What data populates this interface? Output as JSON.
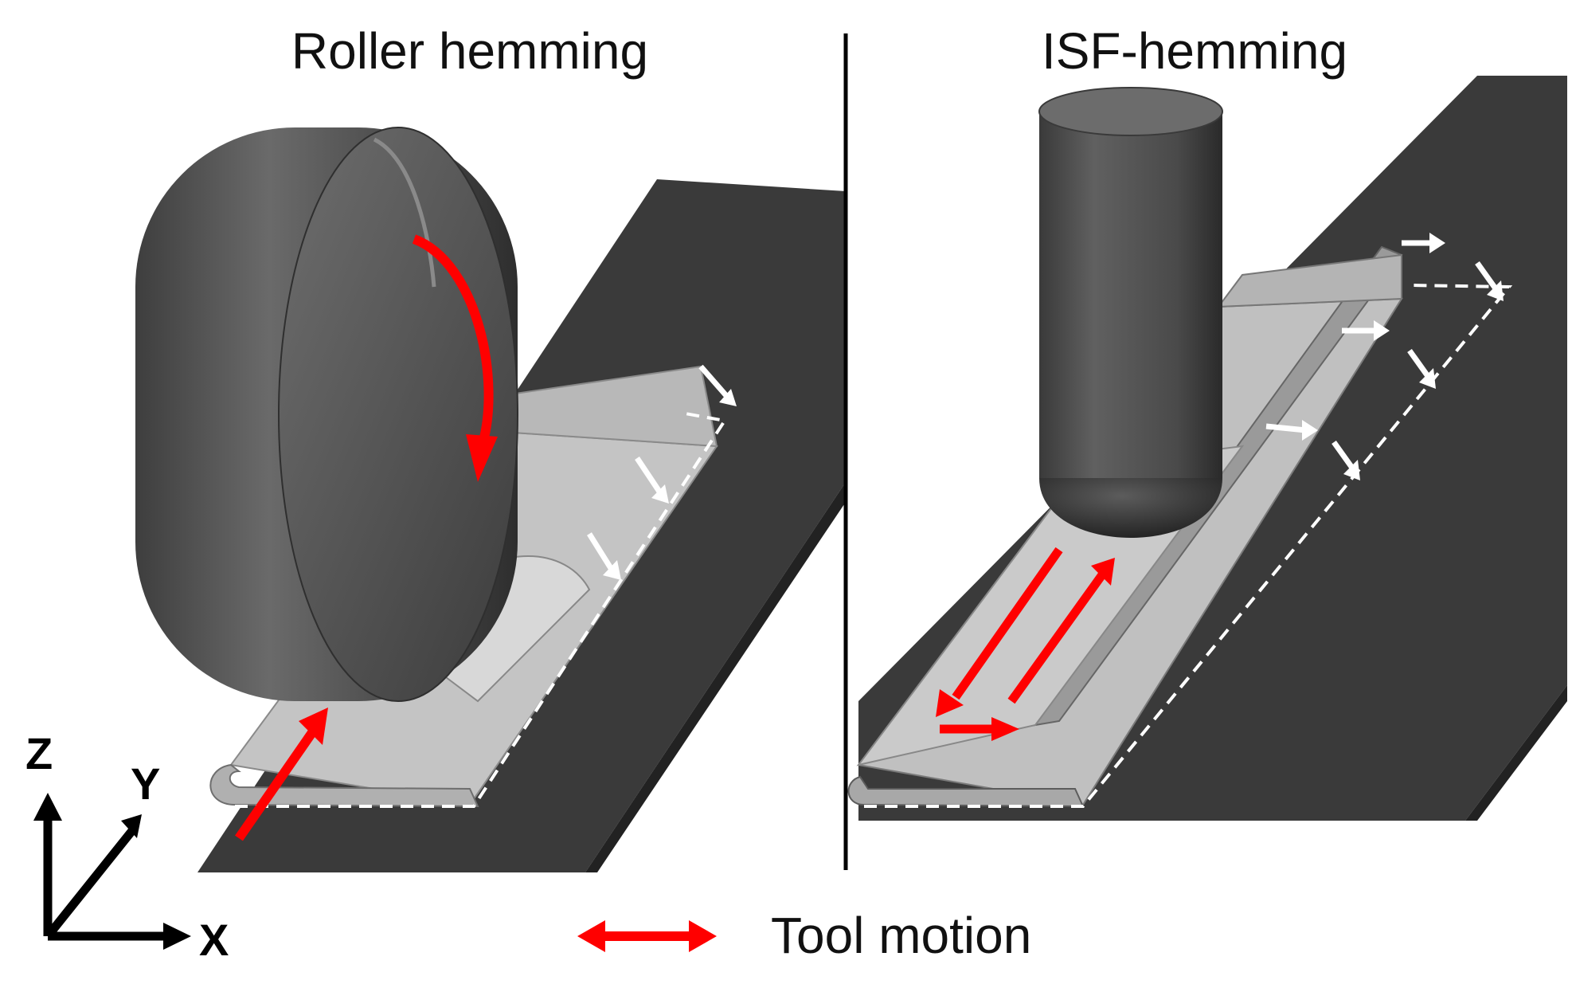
{
  "titles": {
    "left": "Roller hemming",
    "right": "ISF-hemming"
  },
  "axes": {
    "z": "Z",
    "y": "Y",
    "x": "X"
  },
  "legend": {
    "label": "Tool motion"
  },
  "colors": {
    "tool_motion": "#ff0000",
    "flange_motion": "#ffffff",
    "tool_body": "#555555",
    "die": "#3a3a3a",
    "sheet": "#c2c2c2",
    "divider": "#000000"
  }
}
